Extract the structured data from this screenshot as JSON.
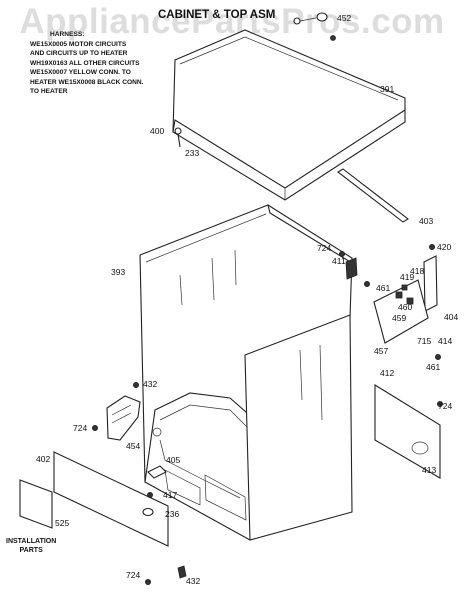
{
  "watermark": "AppliancePartsPros.com",
  "title": "CABINET & TOP ASM",
  "notes": [
    "HARNESS:",
    "WE15X0005 MOTOR CIRCUITS",
    "AND CIRCUITS UP TO HEATER",
    "WH19X0163 ALL OTHER CIRCUITS",
    "WE15X0007 YELLOW CONN. TO",
    "HEATER WE15X0008 BLACK CONN.",
    "TO HEATER"
  ],
  "install_label": [
    "INSTALLATION",
    "PARTS"
  ],
  "parts": {
    "p452": "452",
    "p391": "391",
    "p400": "400",
    "p233": "233",
    "p403": "403",
    "p724a": "724",
    "p420": "420",
    "p393": "393",
    "p411": "411",
    "p418": "418",
    "p419": "419",
    "p461a": "461",
    "p460": "460",
    "p404": "404",
    "p459": "459",
    "p457": "457",
    "p715": "715",
    "p414": "414",
    "p461b": "461",
    "p412": "412",
    "p432a": "432",
    "p724b": "724",
    "p724c": "724",
    "p454": "454",
    "p413": "413",
    "p402": "402",
    "p405": "405",
    "p417": "417",
    "p236": "236",
    "p525": "525",
    "p724d": "724",
    "p432b": "432"
  }
}
